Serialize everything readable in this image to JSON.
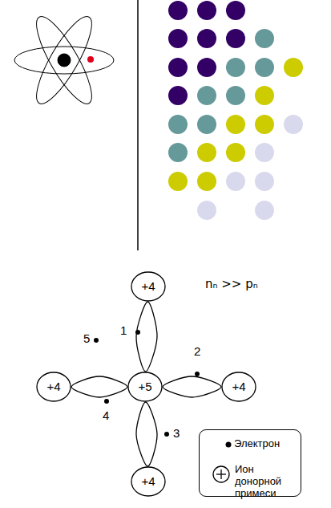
{
  "diagram": {
    "nodes": [
      {
        "text": [
          "+4"
        ]
      },
      {
        "text": [
          "+4"
        ]
      },
      {
        "text": [
          "+5"
        ]
      },
      {
        "text": [
          "+4"
        ]
      },
      {
        "text": [
          "+4"
        ]
      }
    ],
    "edges": [
      {
        "from": 2,
        "to": 0,
        "arrow": "none"
      },
      {
        "from": 2,
        "to": 3,
        "arrow": "none"
      },
      {
        "from": 2,
        "to": 4,
        "arrow": "none"
      },
      {
        "from": 2,
        "to": 1,
        "arrow": "none"
      }
    ],
    "labels": [
      "1",
      "2",
      "3",
      "4",
      "5",
      "nₙ >> pₙ"
    ],
    "legend": [
      {
        "text": "Электрон"
      },
      {
        "text": "Ион донорной примеси"
      }
    ]
  }
}
